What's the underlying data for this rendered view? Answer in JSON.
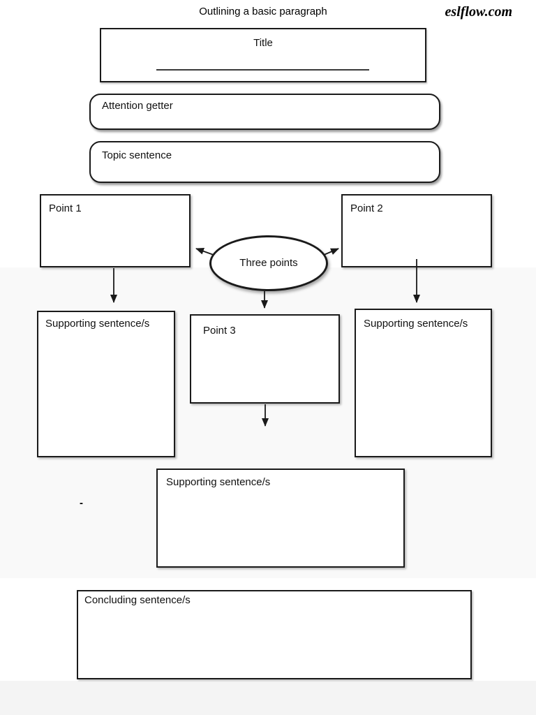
{
  "header": {
    "title": "Outlining a basic paragraph",
    "brand": "eslflow.com"
  },
  "diagram": {
    "title_box": {
      "label": "Title"
    },
    "attention_box": {
      "label": "Attention getter"
    },
    "topic_box": {
      "label": "Topic sentence"
    },
    "point1_box": {
      "label": "Point 1"
    },
    "point2_box": {
      "label": "Point 2"
    },
    "three_points_ellipse": {
      "label": "Three points"
    },
    "supporting_left_box": {
      "label": "Supporting sentence/s"
    },
    "point3_box": {
      "label": "Point 3"
    },
    "supporting_right_box": {
      "label": "Supporting sentence/s"
    },
    "supporting_center_box": {
      "label": "Supporting sentence/s"
    },
    "concluding_box": {
      "label": "Concluding sentence/s"
    },
    "stray_mark": "-"
  },
  "colors": {
    "ink": "#1a1a1a",
    "box_fill": "#ffffff",
    "page_bg": "#ffffff"
  }
}
